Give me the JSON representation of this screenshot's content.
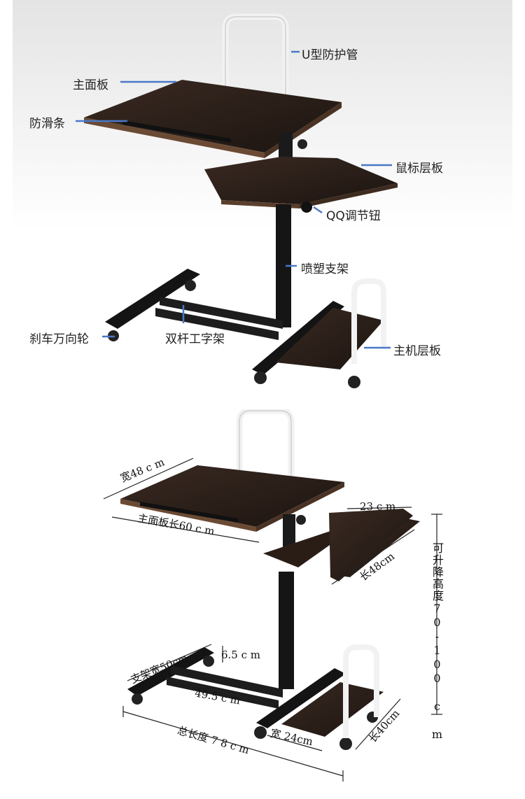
{
  "callouts": {
    "u_guard": "U型防护管",
    "main_board": "主面板",
    "anti_slip": "防滑条",
    "mouse_board": "鼠标层板",
    "qq_knob": "QQ调节钮",
    "powder_frame": "喷塑支架",
    "brake_wheel": "刹车万向轮",
    "double_bar": "双杆工字架",
    "host_board": "主机层板"
  },
  "dimensions": {
    "width48": "宽48 c m",
    "main_len": "主面板长60 c m",
    "mouse_w": "23 c m",
    "mouse_len": "长48cm",
    "lift_height": "可升降高度70-100 c m",
    "foot_h": "6.5 c m",
    "stand_w": "支架宽50cm",
    "bar_len": "49.5 c m",
    "total_len": "总长度 7 8 c m",
    "host_w": "宽 24cm",
    "host_len": "长40cm"
  },
  "colors": {
    "callout_line": "#4a78c8",
    "board": "#2b1f1a",
    "frame": "#1a1a1a"
  }
}
